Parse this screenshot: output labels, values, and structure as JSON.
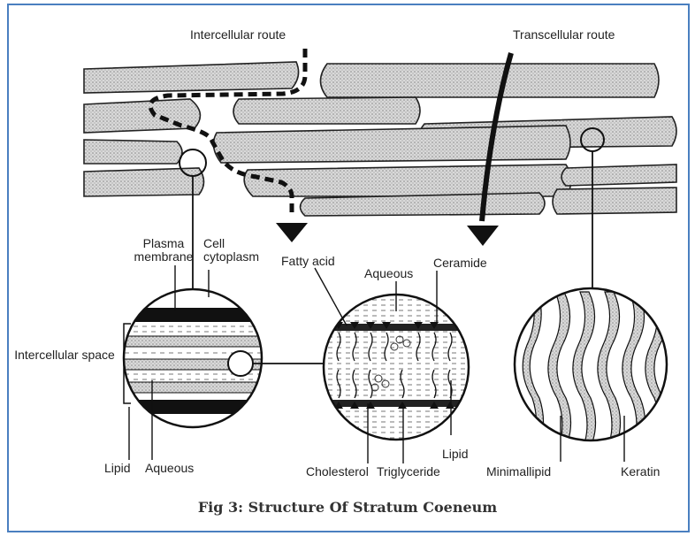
{
  "labels": {
    "intercellular_route": "Intercellular route",
    "transcellular_route": "Transcellular route",
    "plasma_membrane": "Plasma membrane",
    "cell_cytoplasm": "Cell cytoplasm",
    "fatty_acid": "Fatty acid",
    "aqueous_top": "Aqueous",
    "ceramide": "Ceramide",
    "intercellular_space": "Intercellular space",
    "lipid_left": "Lipid",
    "aqueous_left": "Aqueous",
    "cholesterol": "Cholesterol",
    "triglyceride": "Triglyceride",
    "lipid_mid": "Lipid",
    "minimallipid": "Minimallipid",
    "keratin": "Keratin"
  },
  "caption": "Fig 3: Structure Of Stratum Coeneum"
}
